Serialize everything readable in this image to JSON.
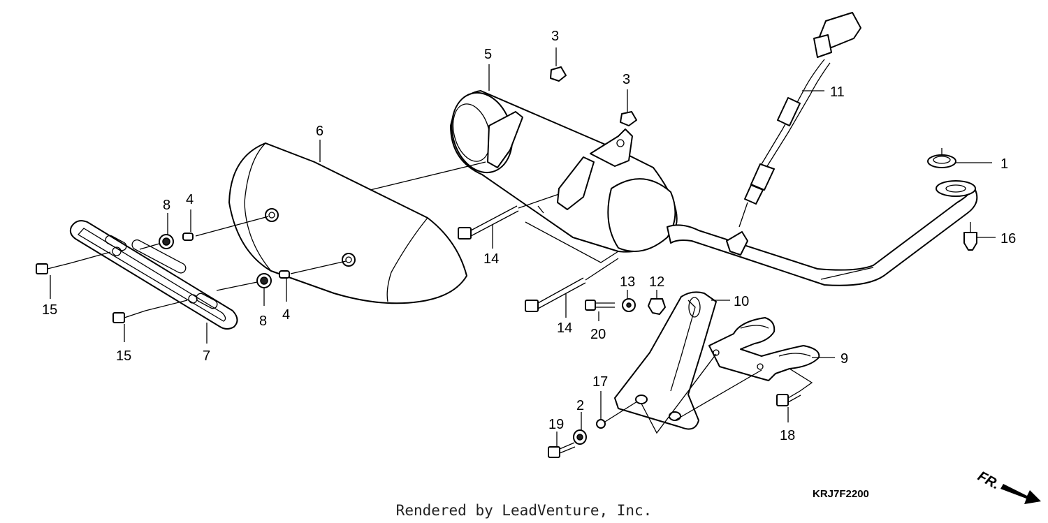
{
  "callouts": {
    "c1": "1",
    "c2": "2",
    "c3a": "3",
    "c3b": "3",
    "c4a": "4",
    "c4b": "4",
    "c5": "5",
    "c6": "6",
    "c7": "7",
    "c8a": "8",
    "c8b": "8",
    "c9": "9",
    "c10": "10",
    "c11": "11",
    "c12": "12",
    "c13": "13",
    "c14a": "14",
    "c14b": "14",
    "c15a": "15",
    "c15b": "15",
    "c16": "16",
    "c17": "17",
    "c18": "18",
    "c19": "19",
    "c20": "20"
  },
  "diagram_code": "KRJ7F2200",
  "footer": "Rendered by LeadVenture, Inc.",
  "direction_label": "FR."
}
